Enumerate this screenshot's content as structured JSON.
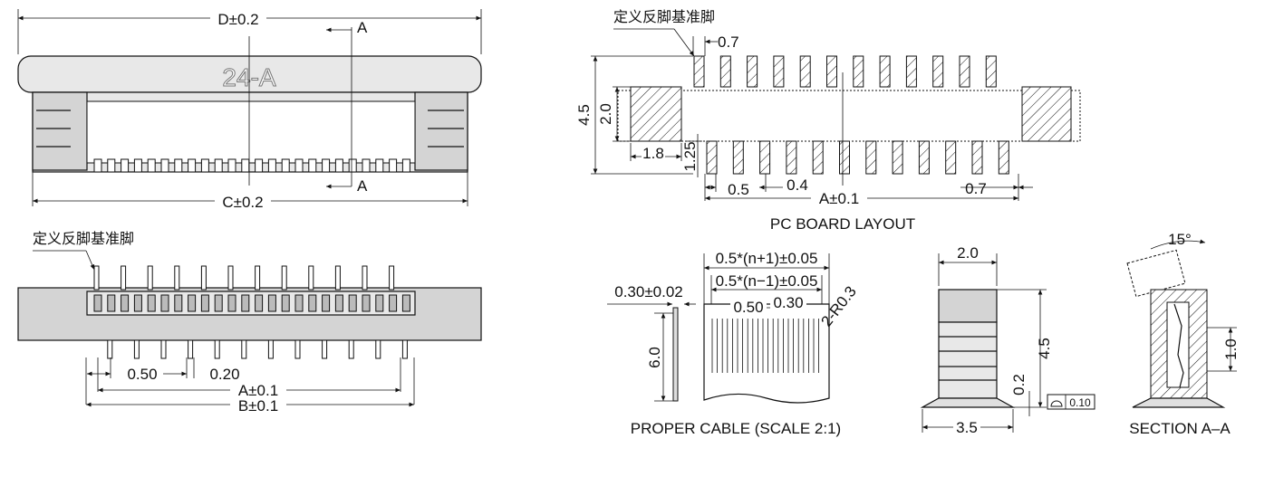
{
  "top_view": {
    "dim_D": "D±0.2",
    "dim_C": "C±0.2",
    "section_marker": "A",
    "part_marking": "24-A"
  },
  "front_view": {
    "ref_pin_note": "定义反脚基准脚",
    "dim_pitch": "0.50",
    "dim_pin_width": "0.20",
    "dim_A": "A±0.1",
    "dim_B": "B±0.1"
  },
  "pcb_layout": {
    "ref_pin_note": "定义反脚基准脚",
    "dim_pad_width": "0.7",
    "dim_height": "4.5",
    "dim_inner": "2.0",
    "dim_side": "1.8",
    "dim_pad_len": "1.25",
    "dim_pitch": "0.5",
    "dim_gap": "0.4",
    "dim_A": "A±0.1",
    "dim_end": "0.7",
    "caption": "PC BOARD LAYOUT"
  },
  "cable": {
    "dim_total": "0.5*(n+1)±0.05",
    "dim_contacts": "0.5*(n−1)±0.05",
    "dim_thickness": "0.30±0.02",
    "dim_pitch": "0.50",
    "dim_contact_w": "0.30",
    "dim_radius": "2-R0.3",
    "dim_length": "6.0",
    "caption": "PROPER CABLE (SCALE 2:1)"
  },
  "side_view": {
    "dim_top": "2.0",
    "dim_height": "4.5",
    "dim_standoff": "0.2",
    "dim_base": "3.5",
    "flatness": "0.10"
  },
  "section": {
    "angle": "15°",
    "dim_contact": "1.0",
    "caption": "SECTION A–A"
  }
}
